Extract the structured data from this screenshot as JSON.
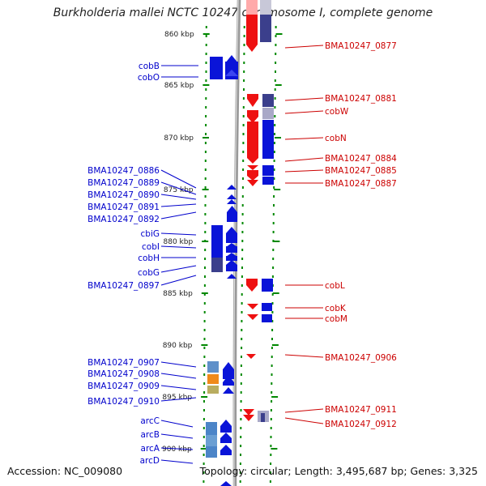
{
  "title": "Burkholderia mallei NCTC 10247 chromosome I, complete genome",
  "accession": "Accession: NC_009080",
  "summary": "Topology: circular; Length: 3,495,687 bp; Genes: 3,325",
  "colors": {
    "reverse_strand_label": "#0000cc",
    "forward_strand_label": "#cc0000",
    "tick": "#008800",
    "backbone": "#888888"
  },
  "kbp_ticks": [
    "860 kbp",
    "865 kbp",
    "870 kbp",
    "875 kbp",
    "880 kbp",
    "885 kbp",
    "890 kbp",
    "895 kbp",
    "900 kbp"
  ],
  "left_genes": [
    {
      "label": "cobB"
    },
    {
      "label": "cobO"
    },
    {
      "label": "BMA10247_0886"
    },
    {
      "label": "BMA10247_0889"
    },
    {
      "label": "BMA10247_0890"
    },
    {
      "label": "BMA10247_0891"
    },
    {
      "label": "BMA10247_0892"
    },
    {
      "label": "cbiG"
    },
    {
      "label": "cobI"
    },
    {
      "label": "cobH"
    },
    {
      "label": "cobG"
    },
    {
      "label": "BMA10247_0897"
    },
    {
      "label": "BMA10247_0907"
    },
    {
      "label": "BMA10247_0908"
    },
    {
      "label": "BMA10247_0909"
    },
    {
      "label": "BMA10247_0910"
    },
    {
      "label": "arcC"
    },
    {
      "label": "arcB"
    },
    {
      "label": "arcA"
    },
    {
      "label": "arcD"
    }
  ],
  "right_genes": [
    {
      "label": "BMA10247_0877"
    },
    {
      "label": "BMA10247_0881"
    },
    {
      "label": "cobW"
    },
    {
      "label": "cobN"
    },
    {
      "label": "BMA10247_0884"
    },
    {
      "label": "BMA10247_0885"
    },
    {
      "label": "BMA10247_0887"
    },
    {
      "label": "cobL"
    },
    {
      "label": "cobK"
    },
    {
      "label": "cobM"
    },
    {
      "label": "BMA10247_0906"
    },
    {
      "label": "BMA10247_0911"
    },
    {
      "label": "BMA10247_0912"
    }
  ]
}
